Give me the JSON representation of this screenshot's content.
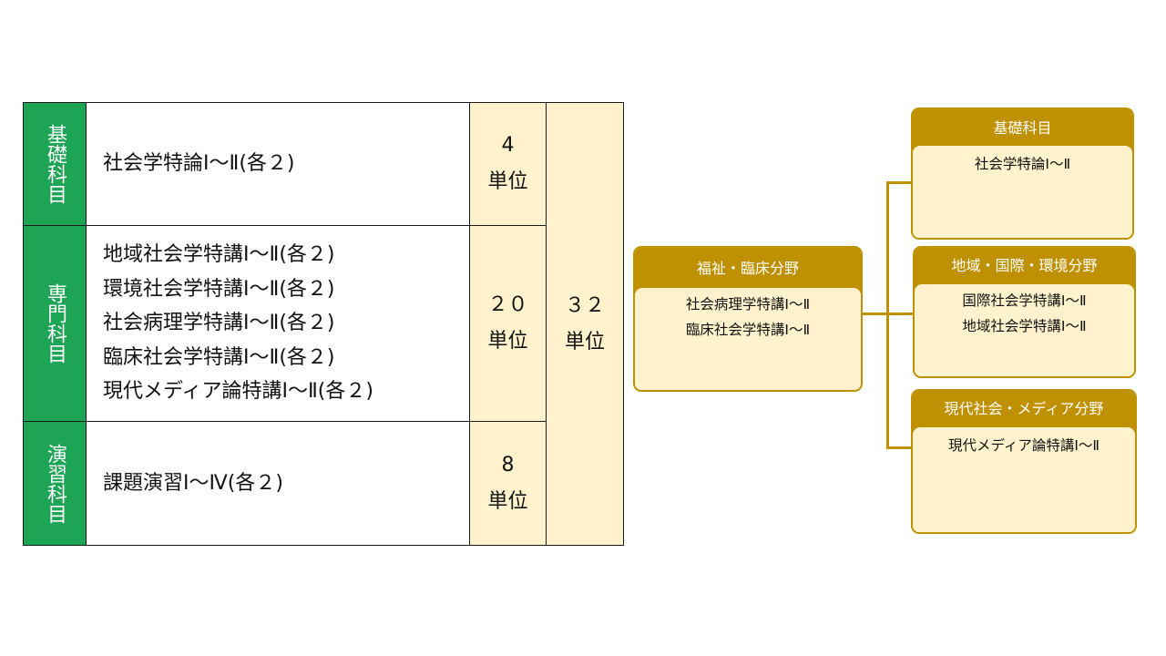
{
  "table": {
    "rows": [
      {
        "category": "基礎科目",
        "courses": [
          "社会学特論Ⅰ～Ⅱ(各２)"
        ],
        "credit_value": "4",
        "credit_unit": "単位"
      },
      {
        "category": "専門科目",
        "courses": [
          "地域社会学特講Ⅰ～Ⅱ(各２)",
          "環境社会学特講Ⅰ～Ⅱ(各２)",
          "社会病理学特講Ⅰ～Ⅱ(各２)",
          "臨床社会学特講Ⅰ～Ⅱ(各２)",
          "現代メディア論特講Ⅰ～Ⅱ(各２)"
        ],
        "credit_value": "２０",
        "credit_unit": "単位"
      },
      {
        "category": "演習科目",
        "courses": [
          "課題演習Ⅰ～Ⅳ(各２)"
        ],
        "credit_value": "8",
        "credit_unit": "単位"
      }
    ],
    "total": {
      "value": "３２",
      "unit": "単位"
    }
  },
  "diagram": {
    "welfare": {
      "title": "福祉・臨床分野",
      "items": [
        "社会病理学特講Ⅰ～Ⅱ",
        "臨床社会学特講Ⅰ～Ⅱ"
      ]
    },
    "basic": {
      "title": "基礎科目",
      "items": [
        "社会学特論Ⅰ～Ⅱ"
      ]
    },
    "regional": {
      "title": "地域・国際・環境分野",
      "items": [
        "国際社会学特講Ⅰ～Ⅱ",
        "地域社会学特講Ⅰ～Ⅱ"
      ]
    },
    "media": {
      "title": "現代社会・メディア分野",
      "items": [
        "現代メディア論特講Ⅰ～Ⅱ"
      ]
    }
  },
  "colors": {
    "category_green": "#1ea455",
    "credit_fill": "#fff2cc",
    "diagram_gold": "#bf9000"
  }
}
